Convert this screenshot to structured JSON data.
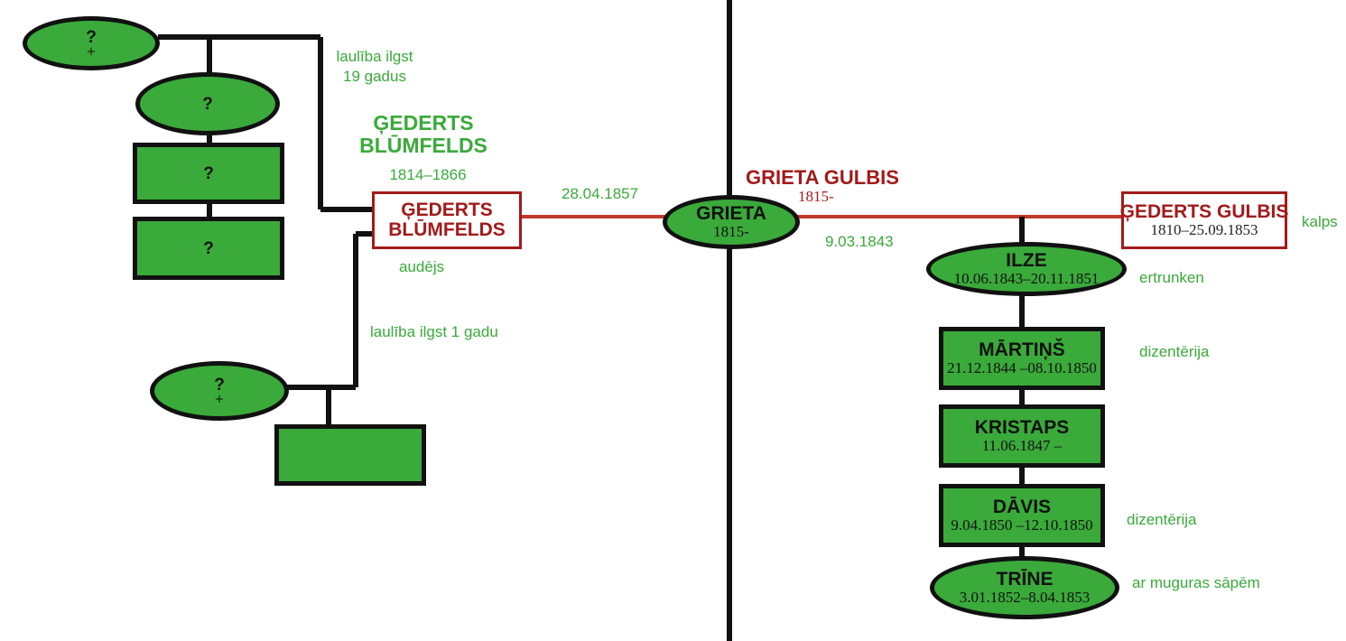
{
  "colors": {
    "node_fill": "#3aaa3a",
    "outline": "#111111",
    "spouse_line": "#c0392b",
    "red_text": "#a31a1a",
    "label_green": "#3aaa3a"
  },
  "left_tree": {
    "spouse1": {
      "name": "?",
      "mark": "+"
    },
    "child1": {
      "name": "?"
    },
    "child2": {
      "name": "?"
    },
    "child3": {
      "name": "?"
    },
    "marriage1_note": [
      "laulība ilgst",
      "19 gadus"
    ],
    "gederts_header": [
      "ĢEDERTS",
      "BLŪMFELDS"
    ],
    "gederts_header_dates": "1814–1866",
    "gederts_box": [
      "ĢEDERTS",
      "BLŪMFELDS"
    ],
    "gederts_occupation": "audējs",
    "marriage2_note": "laulība ilgst 1 gadu",
    "spouse2": {
      "name": "?",
      "mark": "+"
    }
  },
  "center": {
    "marriage_date": "28.04.1857",
    "grieta": {
      "name": "GRIETA",
      "dates": "1815-"
    },
    "divider_title": "GRIETA GULBIS",
    "divider_dates": "1815-",
    "marriage_date_right": "9.03.1843"
  },
  "right_tree": {
    "husband": {
      "name": "ĢEDERTS GULBIS",
      "dates": "1810–25.09.1853",
      "occupation": "kalps"
    },
    "children": [
      {
        "name": "ILZE",
        "dates": "10.06.1843–20.11.1851",
        "note": "ertrunken"
      },
      {
        "name": "MĀRTIŅŠ",
        "dates": "21.12.1844 –08.10.1850",
        "note": "dizentērija"
      },
      {
        "name": "KRISTAPS",
        "dates": "11.06.1847 –",
        "note": ""
      },
      {
        "name": "DĀVIS",
        "dates": "9.04.1850 –12.10.1850",
        "note": "dizentērija"
      },
      {
        "name": "TRĪNE",
        "dates": "3.01.1852–8.04.1853",
        "note": "ar muguras sāpēm"
      }
    ]
  }
}
